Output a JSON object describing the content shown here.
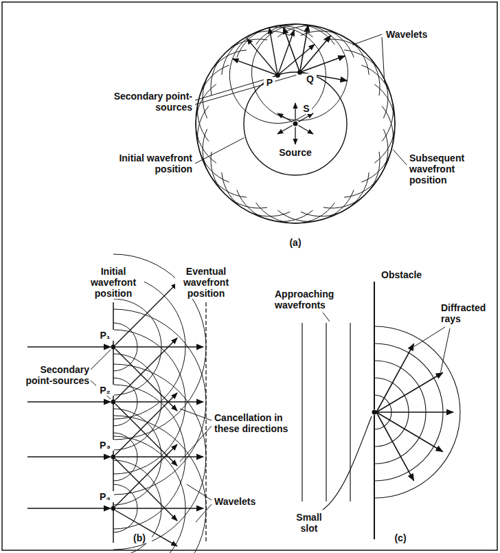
{
  "diagram": {
    "labels": [
      "Wavelets",
      "Secondary point-sources",
      "P",
      "Q",
      "S",
      "Source",
      "Initial wavefront position",
      "Subsequent wavefront position",
      "(a)",
      "Initial wavefront position",
      "Eventual wavefront position",
      "P₁",
      "Secondary point-sources",
      "P₂",
      "Cancellation in these directions",
      "P₃",
      "Wavelets",
      "P₄",
      "(b)",
      "Obstacle",
      "Approaching wavefronts",
      "Diffracted rays",
      "Small slot",
      "(c)"
    ]
  }
}
